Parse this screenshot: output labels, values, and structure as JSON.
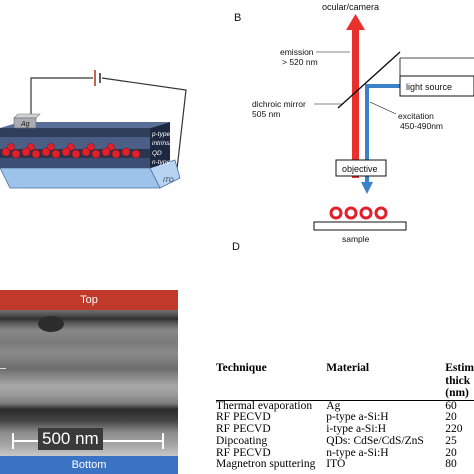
{
  "panel_b": {
    "letter": "B",
    "ocular_camera": "ocular/camera",
    "emission_line1": "emission",
    "emission_line2": "> 520 nm",
    "dichroic_line1": "dichroic mirror",
    "dichroic_line2": "505 nm",
    "light_source": "light source",
    "excitation_line1": "excitation",
    "excitation_line2": "450-490nm",
    "objective": "objective",
    "sample": "sample"
  },
  "panel_a": {
    "electrode": "Ag",
    "layers": [
      "p-type",
      "intrinsic",
      "QD",
      "n-type",
      "ITO"
    ]
  },
  "panel_c": {
    "top_label": "Top",
    "bottom_label": "Bottom",
    "scale_bar": "500 nm"
  },
  "panel_d": {
    "letter": "D",
    "headers": [
      "Technique",
      "Material",
      "Estim",
      "thick",
      "(nm)"
    ],
    "rows": [
      [
        "Thermal evaporation",
        "Ag",
        "60"
      ],
      [
        "RF PECVD",
        "p-type a-Si:H",
        "20"
      ],
      [
        "RF PECVD",
        "i-type a-Si:H",
        "220"
      ],
      [
        "Dipcoating",
        "QDs: CdSe/CdS/ZnS",
        "25"
      ],
      [
        "RF PECVD",
        "n-type a-Si:H",
        "20"
      ],
      [
        "Magnetron sputtering",
        "ITO",
        "80"
      ]
    ]
  },
  "colors": {
    "emission_red": "#e8302c",
    "excitation_blue": "#3b82c8",
    "top_band": "#c0392b",
    "bottom_band": "#3a73c4",
    "qd_red": "#e0202a"
  }
}
